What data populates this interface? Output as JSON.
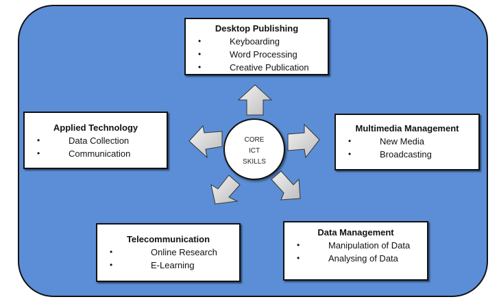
{
  "center": {
    "lines": [
      "CORE",
      "ICT",
      "SKILLS"
    ]
  },
  "boxes": {
    "desktop_publishing": {
      "title": "Desktop Publishing",
      "items": [
        "Keyboarding",
        "Word Processing",
        "Creative Publication"
      ]
    },
    "applied_technology": {
      "title": "Applied Technology",
      "items": [
        "Data Collection",
        "Communication"
      ]
    },
    "multimedia_management": {
      "title": "Multimedia Management",
      "items": [
        "New Media",
        "Broadcasting"
      ]
    },
    "telecommunication": {
      "title": "Telecommunication",
      "items": [
        "Online Research",
        "E-Learning"
      ]
    },
    "data_management": {
      "title": "Data Management",
      "items": [
        "Manipulation of Data",
        "Analysing of Data"
      ]
    }
  },
  "colors": {
    "background_panel": "#5b8ed6",
    "box_fill": "#ffffff",
    "arrow_fill": "#d9d9d9"
  },
  "icons": [
    "arrow-up-icon",
    "arrow-left-icon",
    "arrow-right-icon",
    "arrow-down-left-icon",
    "arrow-down-right-icon"
  ]
}
